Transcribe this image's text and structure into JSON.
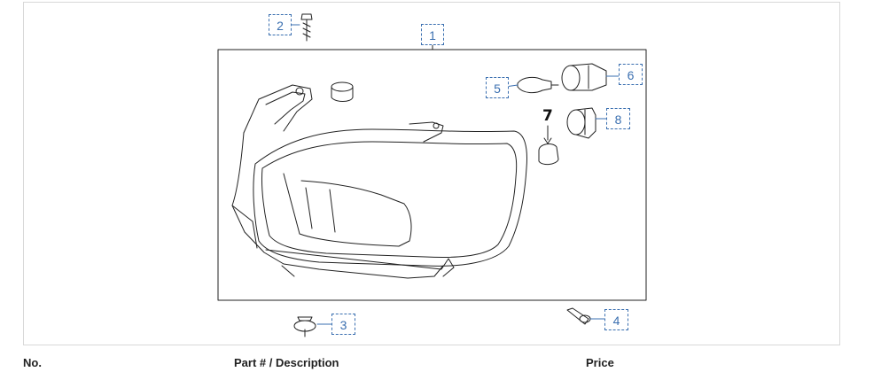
{
  "callouts": {
    "c1": "1",
    "c2": "2",
    "c3": "3",
    "c4": "4",
    "c5": "5",
    "c6": "6",
    "c8": "8"
  },
  "labels": {
    "l7": "7"
  },
  "table": {
    "col_no": "No.",
    "col_part": "Part # / Description",
    "col_price": "Price"
  },
  "colors": {
    "callout": "#3a6fb0",
    "line": "#222222"
  }
}
